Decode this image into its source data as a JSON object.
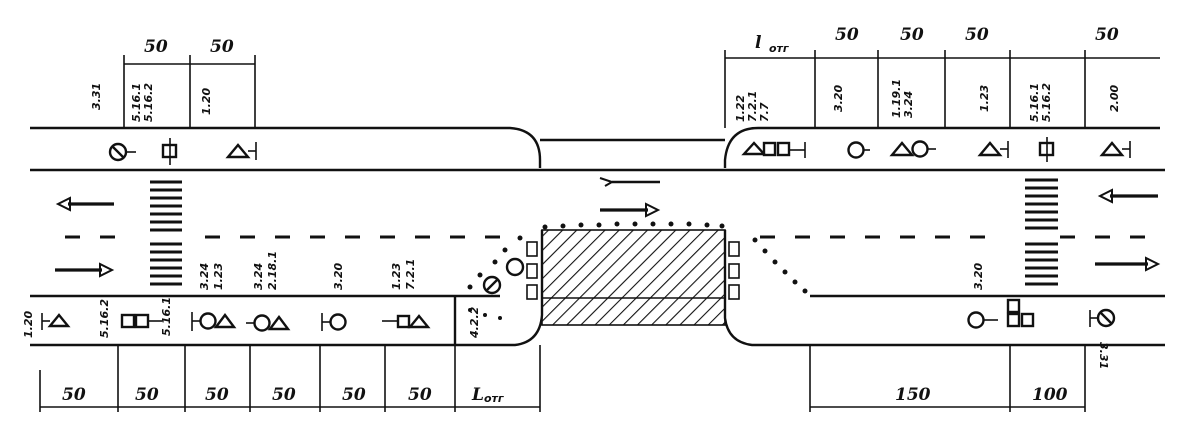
{
  "top_dims": {
    "left": [
      "50",
      "50"
    ],
    "right": [
      "l",
      "отг",
      "50",
      "50",
      "50",
      "50"
    ]
  },
  "bottom_dims": {
    "left": [
      "50",
      "50",
      "50",
      "50",
      "50",
      "50",
      "L",
      "отг"
    ],
    "right": [
      "150",
      "100"
    ]
  },
  "top_sign_codes": [
    "3.31",
    "5.16.1",
    "5.16.2",
    "1.20",
    "1.22",
    "7.2.1",
    "7.7",
    "3.20",
    "1.19.1",
    "3.24",
    "1.23",
    "5.16.1",
    "5.16.2",
    "2.00"
  ],
  "bottom_sign_codes": [
    "1.20",
    "5.16.2",
    "5.16.1",
    "3.24",
    "1.23",
    "3.24",
    "2.18.1",
    "3.20",
    "1.23",
    "7.2.1",
    "4.2.2",
    "3.20",
    "3.31"
  ],
  "colors": {
    "ink": "#111111",
    "paper": "#ffffff"
  }
}
